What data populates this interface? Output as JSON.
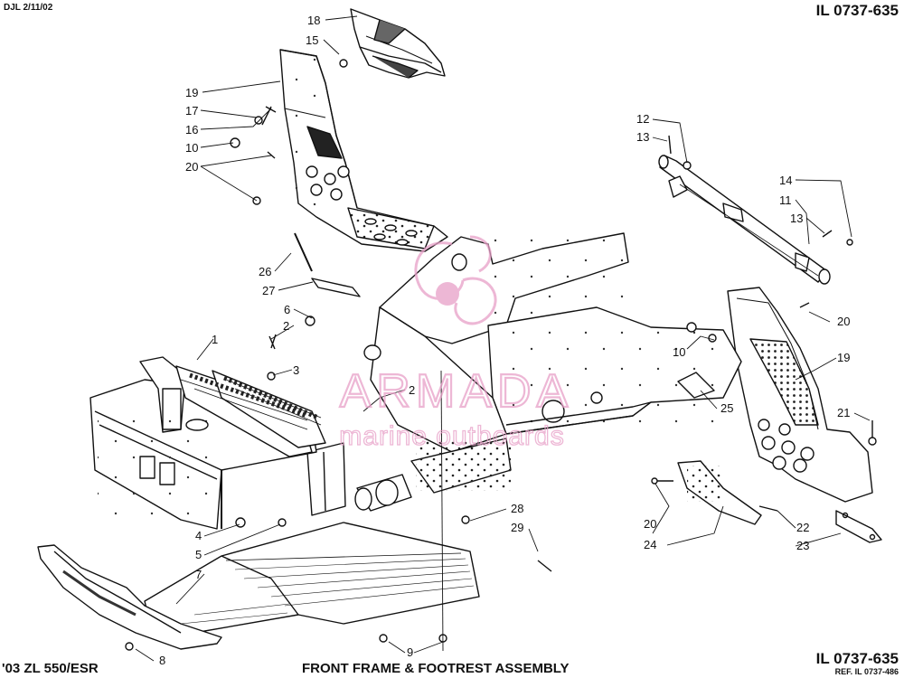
{
  "header": {
    "drawer_stamp": "DJL 2/11/02",
    "illustration_number": "IL 0737-635"
  },
  "footer": {
    "model": "'03 ZL 550/ESR",
    "assembly_title": "FRONT FRAME & FOOTREST ASSEMBLY",
    "illustration_number": "IL 0737-635",
    "reference": "REF. IL 0737-486"
  },
  "watermark": {
    "brand": "ARMADA",
    "tagline": "marine outboards",
    "color": "#e8a0c8"
  },
  "callouts": [
    {
      "id": "c18",
      "label": "18"
    },
    {
      "id": "c15",
      "label": "15"
    },
    {
      "id": "c19a",
      "label": "19"
    },
    {
      "id": "c17",
      "label": "17"
    },
    {
      "id": "c16",
      "label": "16"
    },
    {
      "id": "c10a",
      "label": "10"
    },
    {
      "id": "c20a",
      "label": "20"
    },
    {
      "id": "c12",
      "label": "12"
    },
    {
      "id": "c13a",
      "label": "13"
    },
    {
      "id": "c14",
      "label": "14"
    },
    {
      "id": "c11",
      "label": "11"
    },
    {
      "id": "c13b",
      "label": "13"
    },
    {
      "id": "c26",
      "label": "26"
    },
    {
      "id": "c27",
      "label": "27"
    },
    {
      "id": "c6",
      "label": "6"
    },
    {
      "id": "c2a",
      "label": "2"
    },
    {
      "id": "c1",
      "label": "1"
    },
    {
      "id": "c3",
      "label": "3"
    },
    {
      "id": "c2b",
      "label": "2"
    },
    {
      "id": "c20b",
      "label": "20"
    },
    {
      "id": "c10b",
      "label": "10"
    },
    {
      "id": "c19b",
      "label": "19"
    },
    {
      "id": "c25",
      "label": "25"
    },
    {
      "id": "c21",
      "label": "21"
    },
    {
      "id": "c4",
      "label": "4"
    },
    {
      "id": "c5",
      "label": "5"
    },
    {
      "id": "c28",
      "label": "28"
    },
    {
      "id": "c29",
      "label": "29"
    },
    {
      "id": "c20c",
      "label": "20"
    },
    {
      "id": "c24",
      "label": "24"
    },
    {
      "id": "c22",
      "label": "22"
    },
    {
      "id": "c23",
      "label": "23"
    },
    {
      "id": "c7",
      "label": "7"
    },
    {
      "id": "c8",
      "label": "8"
    },
    {
      "id": "c9",
      "label": "9"
    }
  ]
}
